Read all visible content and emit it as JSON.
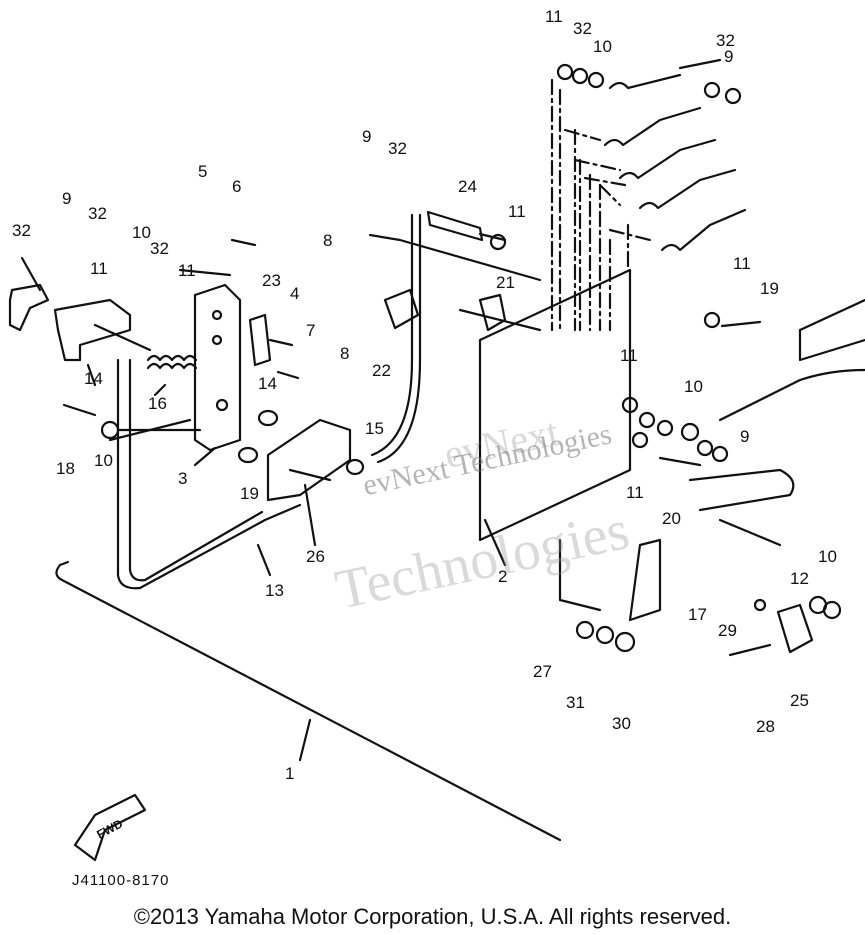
{
  "diagram": {
    "labels": [
      "1",
      "2",
      "3",
      "4",
      "5",
      "6",
      "7",
      "8",
      "8",
      "9",
      "9",
      "9",
      "9",
      "10",
      "10",
      "10",
      "10",
      "10",
      "11",
      "11",
      "11",
      "11",
      "11",
      "11",
      "11",
      "12",
      "13",
      "14",
      "14",
      "15",
      "16",
      "17",
      "18",
      "19",
      "19",
      "20",
      "21",
      "22",
      "23",
      "24",
      "25",
      "26",
      "27",
      "28",
      "29",
      "30",
      "31",
      "32",
      "32",
      "32",
      "32",
      "32",
      "32"
    ],
    "fwd_label": "FWD",
    "diagram_id": "J41100-8170",
    "watermark_line1": "evNext Technologies",
    "watermark_line2": "Technologies",
    "watermark_line3": "evNext",
    "copyright": "©2013 Yamaha Motor Corporation, U.S.A. All rights reserved."
  }
}
